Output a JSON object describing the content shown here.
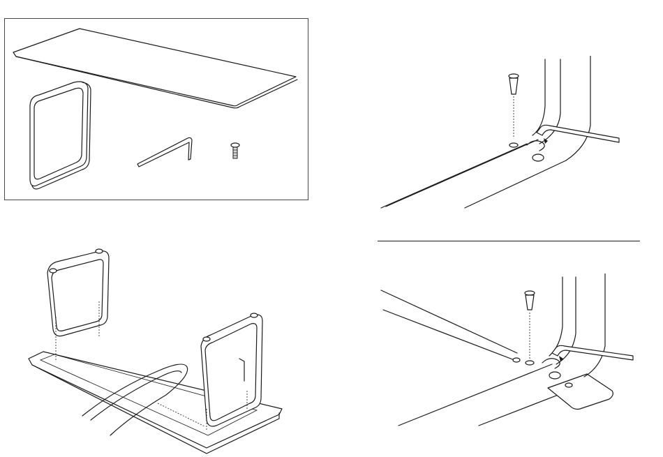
{
  "figure": {
    "background": "#ffffff",
    "line_color": "#1a1a1a",
    "steps": [
      {
        "name": "parts-overview",
        "parts": [
          "table-top",
          "leg-frame",
          "hex-key",
          "screw"
        ]
      },
      {
        "name": "attach-legs-to-top"
      },
      {
        "name": "tighten-screw-detail"
      },
      {
        "name": "tighten-screw-detail-with-foot"
      }
    ],
    "icons": [
      "hex-key-icon",
      "screw-icon",
      "rotation-arrow-icon"
    ]
  }
}
